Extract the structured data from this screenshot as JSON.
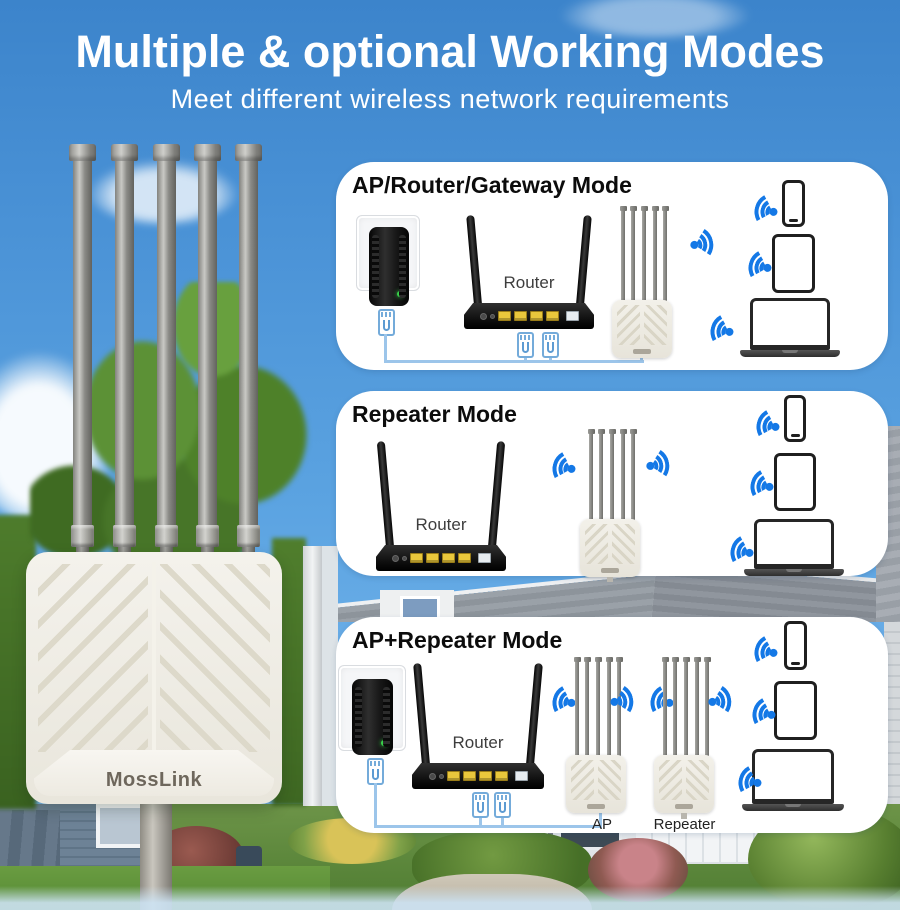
{
  "header": {
    "title": "Multiple & optional Working Modes",
    "subtitle": "Meet different wireless network requirements"
  },
  "product": {
    "brand": "MossLink",
    "antenna_count": 5
  },
  "panels": [
    {
      "title": "AP/Router/Gateway Mode",
      "router_label": "Router",
      "client_device_icons": [
        "phone-icon",
        "tablet-icon",
        "laptop-icon"
      ]
    },
    {
      "title": "Repeater Mode",
      "router_label": "Router",
      "client_device_icons": [
        "phone-icon",
        "tablet-icon",
        "laptop-icon"
      ]
    },
    {
      "title": "AP+Repeater Mode",
      "router_label": "Router",
      "ap_label": "AP",
      "repeater_label": "Repeater",
      "client_device_icons": [
        "phone-icon",
        "tablet-icon",
        "laptop-icon"
      ]
    }
  ],
  "colors": {
    "wifi_blue": "#1478e6",
    "cable_blue": "#9cc5ea",
    "lan_port_yellow": "#e9c73c",
    "led_green": "#38d14a",
    "title_text": "#ffffff",
    "panel_background": "#ffffff",
    "heading_text": "#0c0c0c",
    "sky_top": "#3c84cb",
    "sky_bottom": "#8ec7f4",
    "logo_text": "#6e675c"
  }
}
